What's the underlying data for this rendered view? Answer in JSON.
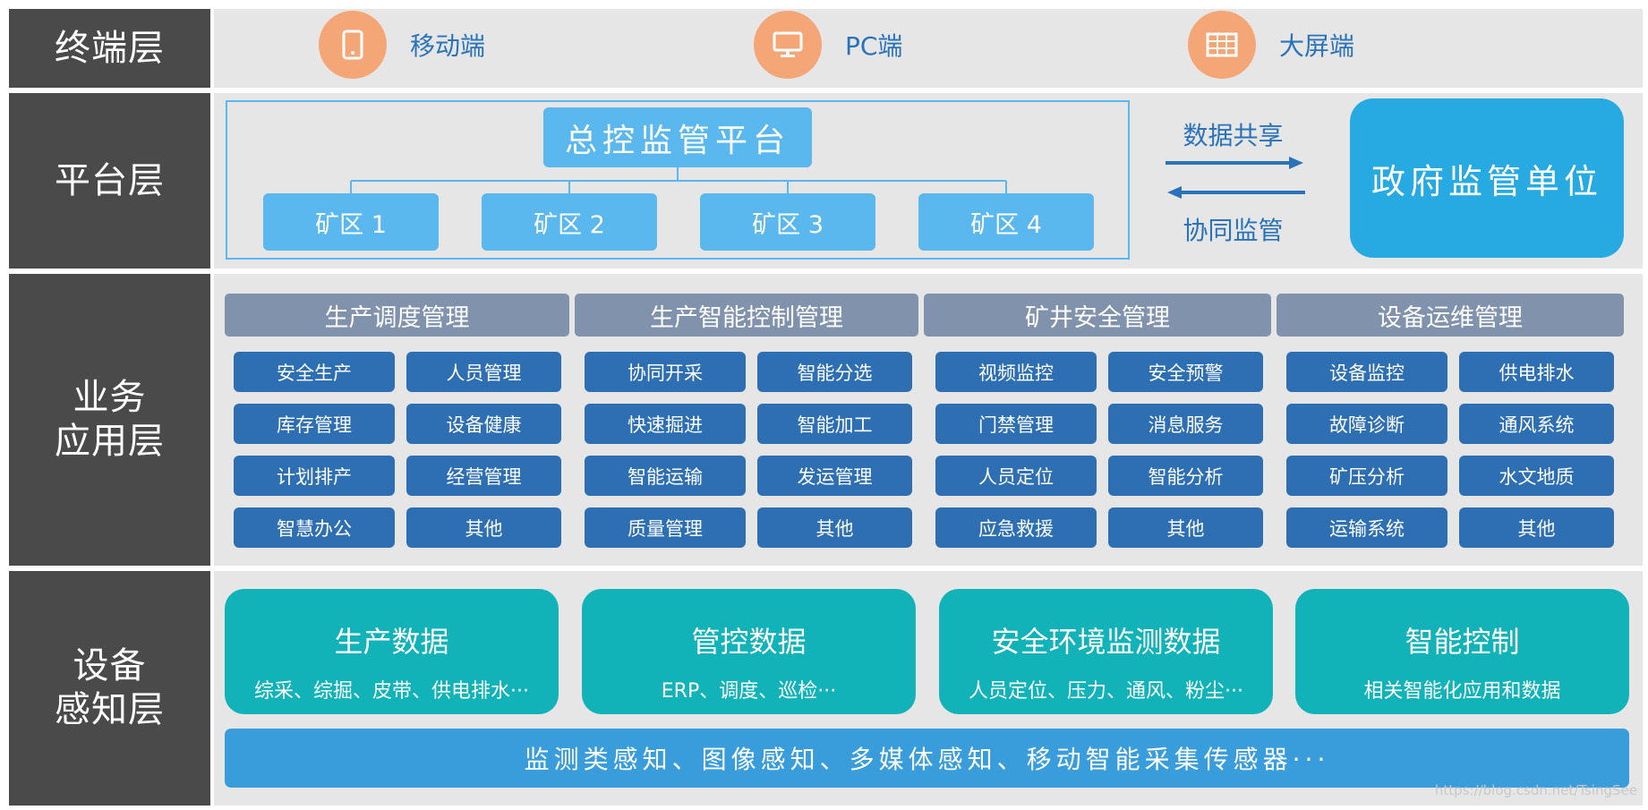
{
  "layers": {
    "terminal": "终端层",
    "platform": "平台层",
    "business": "业务\n应用层",
    "device": "设备\n感知层"
  },
  "terminals": [
    {
      "label": "移动端",
      "icon": "mobile-phone-icon"
    },
    {
      "label": "PC端",
      "icon": "monitor-icon"
    },
    {
      "label": "大屏端",
      "icon": "large-screen-icon"
    }
  ],
  "platform": {
    "main": "总控监管平台",
    "mines": [
      "矿区 1",
      "矿区 2",
      "矿区 3",
      "矿区 4"
    ],
    "share_label": "数据共享",
    "collab_label": "协同监管",
    "gov": "政府监管单位"
  },
  "business": {
    "categories": [
      {
        "title": "生产调度管理",
        "items": [
          "安全生产",
          "人员管理",
          "库存管理",
          "设备健康",
          "计划排产",
          "经营管理",
          "智慧办公",
          "其他"
        ]
      },
      {
        "title": "生产智能控制管理",
        "items": [
          "协同开采",
          "智能分选",
          "快速掘进",
          "智能加工",
          "智能运输",
          "发运管理",
          "质量管理",
          "其他"
        ]
      },
      {
        "title": "矿井安全管理",
        "items": [
          "视频监控",
          "安全预警",
          "门禁管理",
          "消息服务",
          "人员定位",
          "智能分析",
          "应急救援",
          "其他"
        ]
      },
      {
        "title": "设备运维管理",
        "items": [
          "设备监控",
          "供电排水",
          "故障诊断",
          "通风系统",
          "矿压分析",
          "水文地质",
          "运输系统",
          "其他"
        ]
      }
    ]
  },
  "device": {
    "cards": [
      {
        "title": "生产数据",
        "sub": "综采、综掘、皮带、供电排水···"
      },
      {
        "title": "管控数据",
        "sub": "ERP、调度、巡检···"
      },
      {
        "title": "安全环境监测数据",
        "sub": "人员定位、压力、通风、粉尘···"
      },
      {
        "title": "智能控制",
        "sub": "相关智能化应用和数据"
      }
    ],
    "sensors": "监测类感知、图像感知、多媒体感知、移动智能采集传感器···"
  },
  "watermark": "https://blog.csdn.net/TsingSee",
  "colors": {
    "label_bg": "#4a4a4a",
    "panel_bg": "#e6e6e6",
    "endpoint_circle": "#f4a676",
    "platform_box": "#5bb8ef",
    "gov_box": "#27a9e1",
    "category_header": "#8092ac",
    "app_item": "#2e6fb3",
    "data_card": "#11b3b9",
    "sensor_bar": "#3a9ddb",
    "accent_text": "#2a72b9"
  }
}
